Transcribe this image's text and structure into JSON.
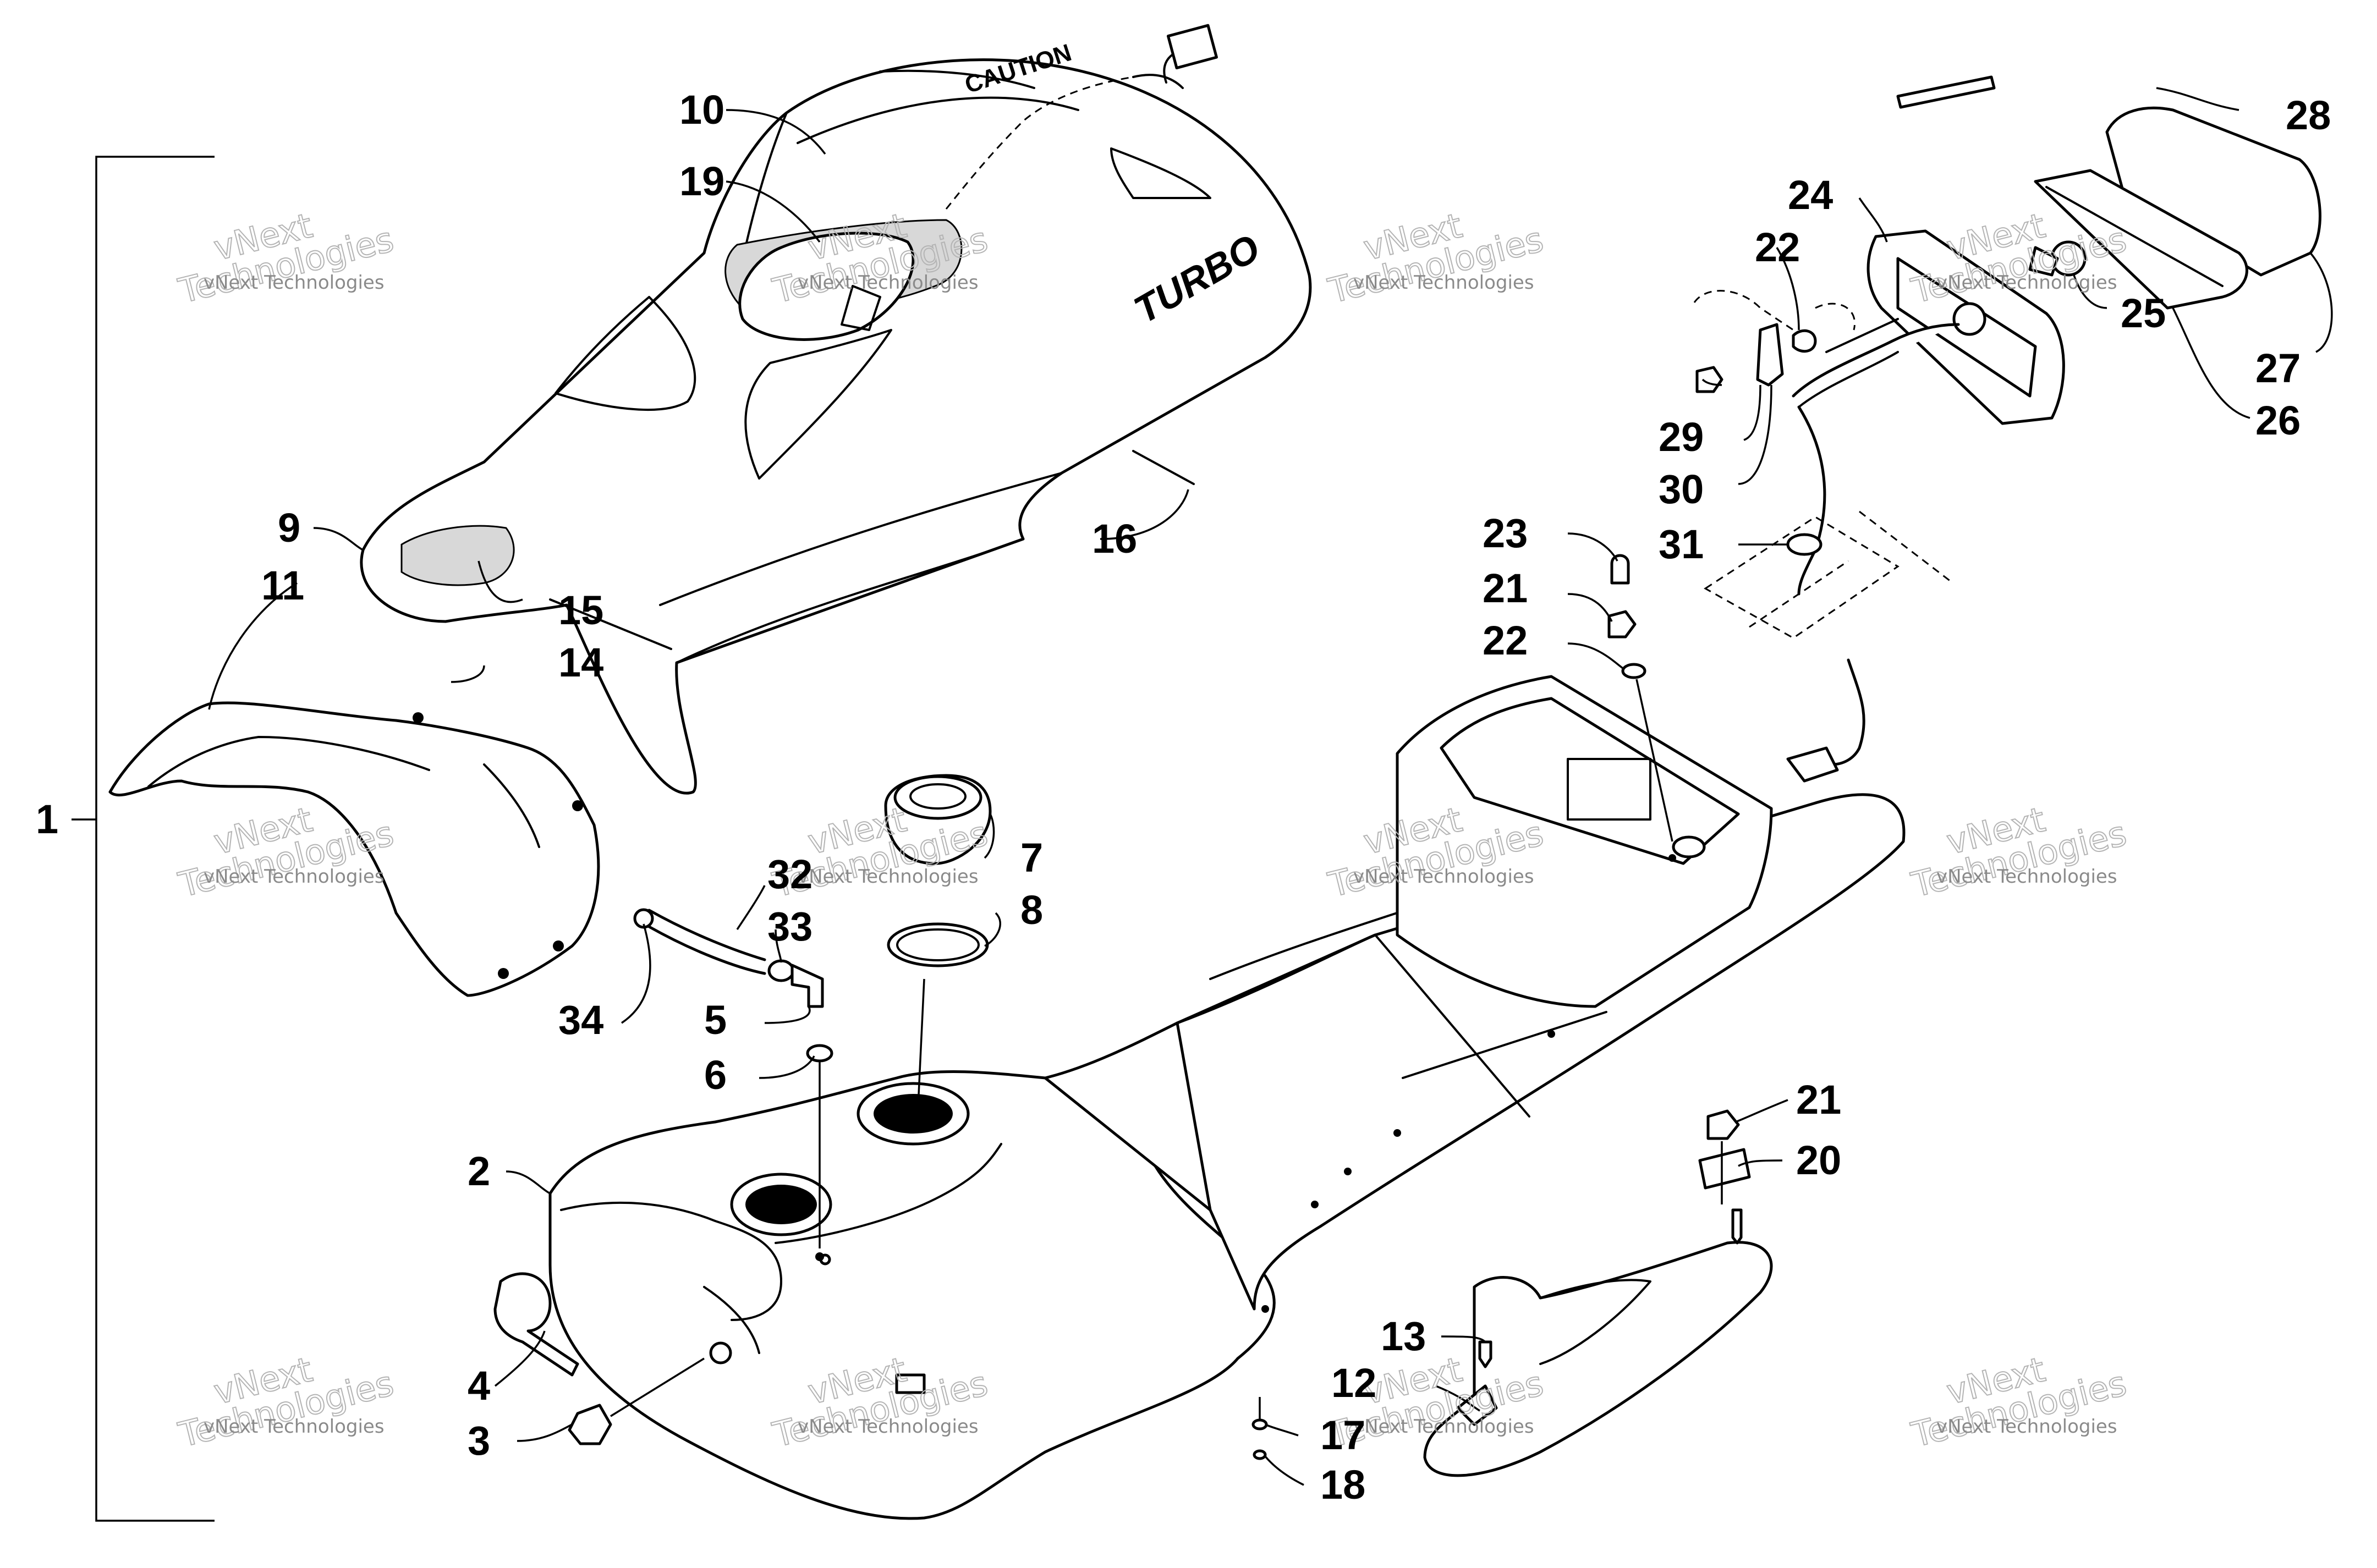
{
  "diagram": {
    "callouts": [
      {
        "id": "1",
        "label": "1"
      },
      {
        "id": "2",
        "label": "2"
      },
      {
        "id": "3",
        "label": "3"
      },
      {
        "id": "4",
        "label": "4"
      },
      {
        "id": "5",
        "label": "5"
      },
      {
        "id": "6",
        "label": "6"
      },
      {
        "id": "7",
        "label": "7"
      },
      {
        "id": "8",
        "label": "8"
      },
      {
        "id": "9",
        "label": "9"
      },
      {
        "id": "10",
        "label": "10"
      },
      {
        "id": "11",
        "label": "11"
      },
      {
        "id": "12",
        "label": "12"
      },
      {
        "id": "13",
        "label": "13"
      },
      {
        "id": "14",
        "label": "14"
      },
      {
        "id": "15",
        "label": "15"
      },
      {
        "id": "16",
        "label": "16"
      },
      {
        "id": "17",
        "label": "17"
      },
      {
        "id": "18",
        "label": "18"
      },
      {
        "id": "19",
        "label": "19"
      },
      {
        "id": "20",
        "label": "20"
      },
      {
        "id": "21a",
        "label": "21"
      },
      {
        "id": "21b",
        "label": "21"
      },
      {
        "id": "22a",
        "label": "22"
      },
      {
        "id": "22b",
        "label": "22"
      },
      {
        "id": "23",
        "label": "23"
      },
      {
        "id": "24",
        "label": "24"
      },
      {
        "id": "25",
        "label": "25"
      },
      {
        "id": "26",
        "label": "26"
      },
      {
        "id": "27",
        "label": "27"
      },
      {
        "id": "28",
        "label": "28"
      },
      {
        "id": "29",
        "label": "29"
      },
      {
        "id": "30",
        "label": "30"
      },
      {
        "id": "31",
        "label": "31"
      },
      {
        "id": "32",
        "label": "32"
      },
      {
        "id": "33",
        "label": "33"
      },
      {
        "id": "34",
        "label": "34"
      }
    ],
    "seat_text": {
      "caution": "CAUTION",
      "model": "TURBO"
    },
    "watermark": {
      "line1": "vNext Technologies",
      "line2": "vNext",
      "line3": "Technologies"
    }
  }
}
